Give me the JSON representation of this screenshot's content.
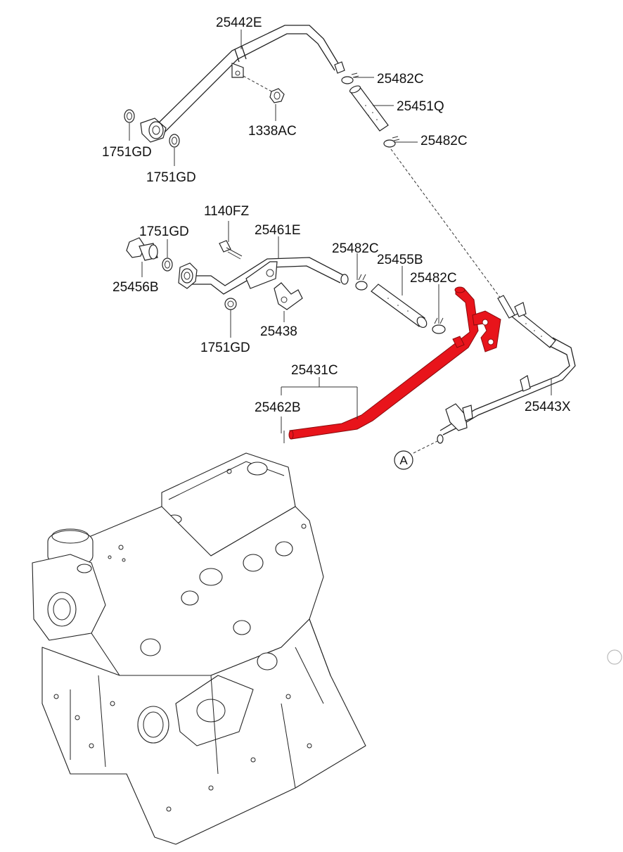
{
  "labels": {
    "p25442E": "25442E",
    "p25482C_a": "25482C",
    "p25451Q": "25451Q",
    "p1338AC": "1338AC",
    "p25482C_b": "25482C",
    "p1751GD_a": "1751GD",
    "p1751GD_b": "1751GD",
    "p1140FZ": "1140FZ",
    "p1751GD_c": "1751GD",
    "p25461E": "25461E",
    "p25482C_c": "25482C",
    "p25455B": "25455B",
    "p25482C_d": "25482C",
    "p25456B": "25456B",
    "p25438": "25438",
    "p1751GD_d": "1751GD",
    "p25431C": "25431C",
    "p25462B": "25462B",
    "p25443X": "25443X",
    "callout_A": "A"
  },
  "colors": {
    "highlight": "#e8141b",
    "linework": "#222222",
    "background": "#ffffff"
  },
  "highlighted_part": "25431C"
}
